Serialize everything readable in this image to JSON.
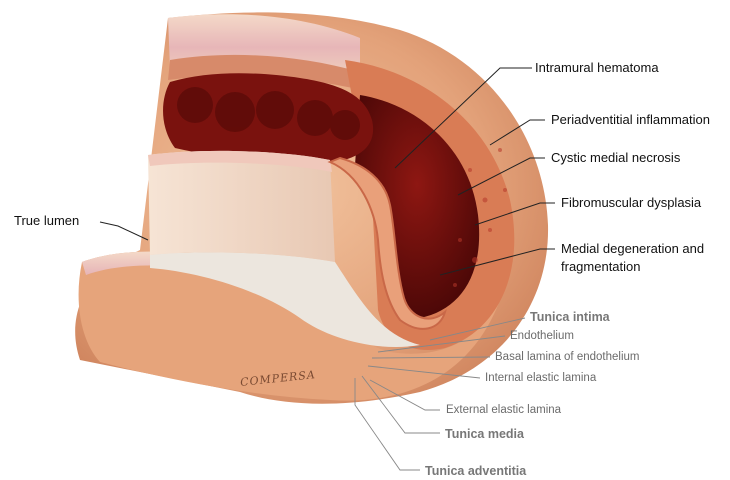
{
  "labels": {
    "true_lumen": "True lumen",
    "intramural_hematoma": "Intramural hematoma",
    "periadventitial_inflammation": "Periadventitial inflammation",
    "cystic_medial_necrosis": "Cystic medial necrosis",
    "fibromuscular_dysplasia": "Fibromuscular dysplasia",
    "medial_degeneration_line1": "Medial degeneration and",
    "medial_degeneration_line2": "fragmentation",
    "tunica_intima": "Tunica intima",
    "endothelium": "Endothelium",
    "basal_lamina": "Basal lamina of endothelium",
    "internal_elastic_lamina": "Internal elastic lamina",
    "external_elastic_lamina": "External elastic lamina",
    "tunica_media": "Tunica media",
    "tunica_adventitia": "Tunica adventitia"
  },
  "signature": "COMPERSA",
  "colors": {
    "adventitia": "#e3a97c",
    "media": "#d98a62",
    "intima": "#f1d9c6",
    "hematoma": "#6b0f0c",
    "lumen": "#e8e3dc"
  }
}
